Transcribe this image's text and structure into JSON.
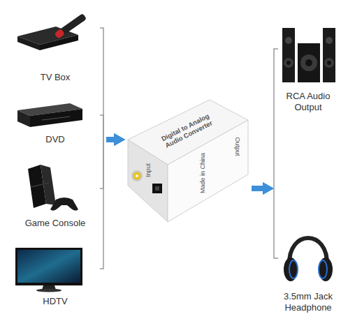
{
  "diagram": {
    "nodes": [
      {
        "text": [
          "TV Box"
        ]
      },
      {
        "text": [
          "DVD"
        ]
      },
      {
        "text": [
          "Game Console"
        ]
      },
      {
        "text": [
          "HDTV"
        ]
      },
      {
        "text": [
          "Digital to Analog Audio Converter",
          "Input",
          "Output",
          "Made in China"
        ]
      },
      {
        "text": [
          "RCA Audio Output"
        ]
      },
      {
        "text": [
          "3.5mm Jack Headphone"
        ]
      }
    ],
    "edges": [
      {
        "from": 0,
        "to": 4,
        "arrow": "to"
      },
      {
        "from": 1,
        "to": 4,
        "arrow": "to"
      },
      {
        "from": 2,
        "to": 4,
        "arrow": "to"
      },
      {
        "from": 3,
        "to": 4,
        "arrow": "to"
      },
      {
        "from": 4,
        "to": 5,
        "arrow": "to"
      },
      {
        "from": 4,
        "to": 6,
        "arrow": "to"
      }
    ]
  }
}
